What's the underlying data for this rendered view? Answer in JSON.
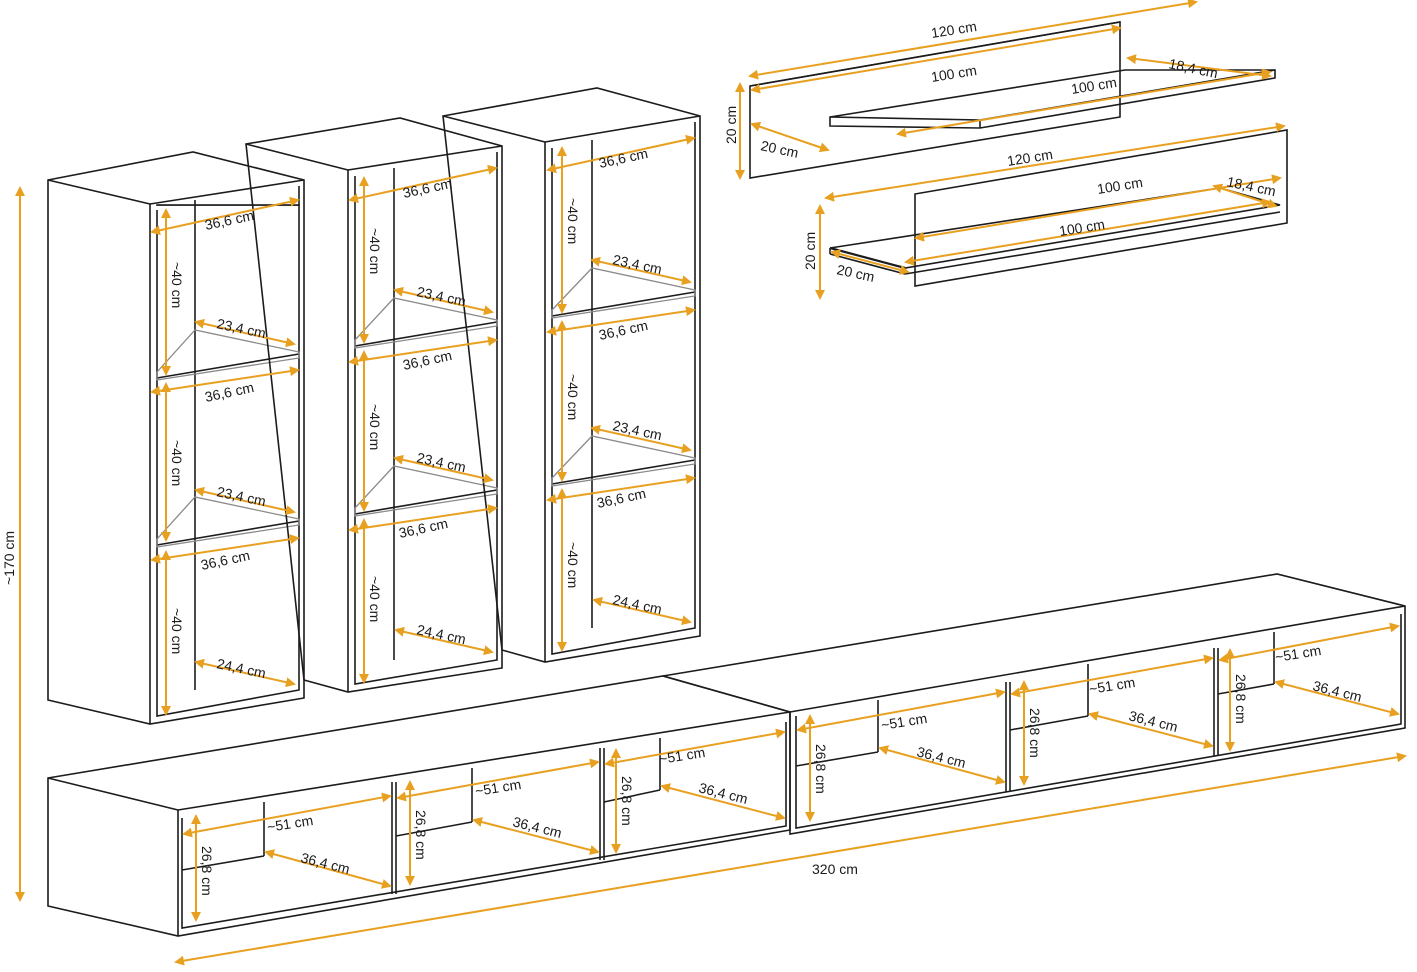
{
  "colors": {
    "dimension": "#e8a020",
    "outline": "#1c1c1c",
    "glass": "#8a8a8a",
    "background": "#ffffff"
  },
  "labels": {
    "total_height": "~170 cm",
    "total_width": "320 cm",
    "cabinet_width": "36,6 cm",
    "cabinet_compartment_height": "~40 cm",
    "glass_shelf_depth": "23,4 cm",
    "cabinet_base_depth": "24,4 cm",
    "shelf_long_width": "120 cm",
    "shelf_board_width": "100 cm",
    "shelf_depth": "18,4 cm",
    "shelf_height": "20 cm",
    "shelf_side_depth": "20 cm",
    "lowboard_compartment_width": "~51 cm",
    "lowboard_compartment_depth": "36,4 cm",
    "lowboard_compartment_height": "26,8 cm"
  }
}
